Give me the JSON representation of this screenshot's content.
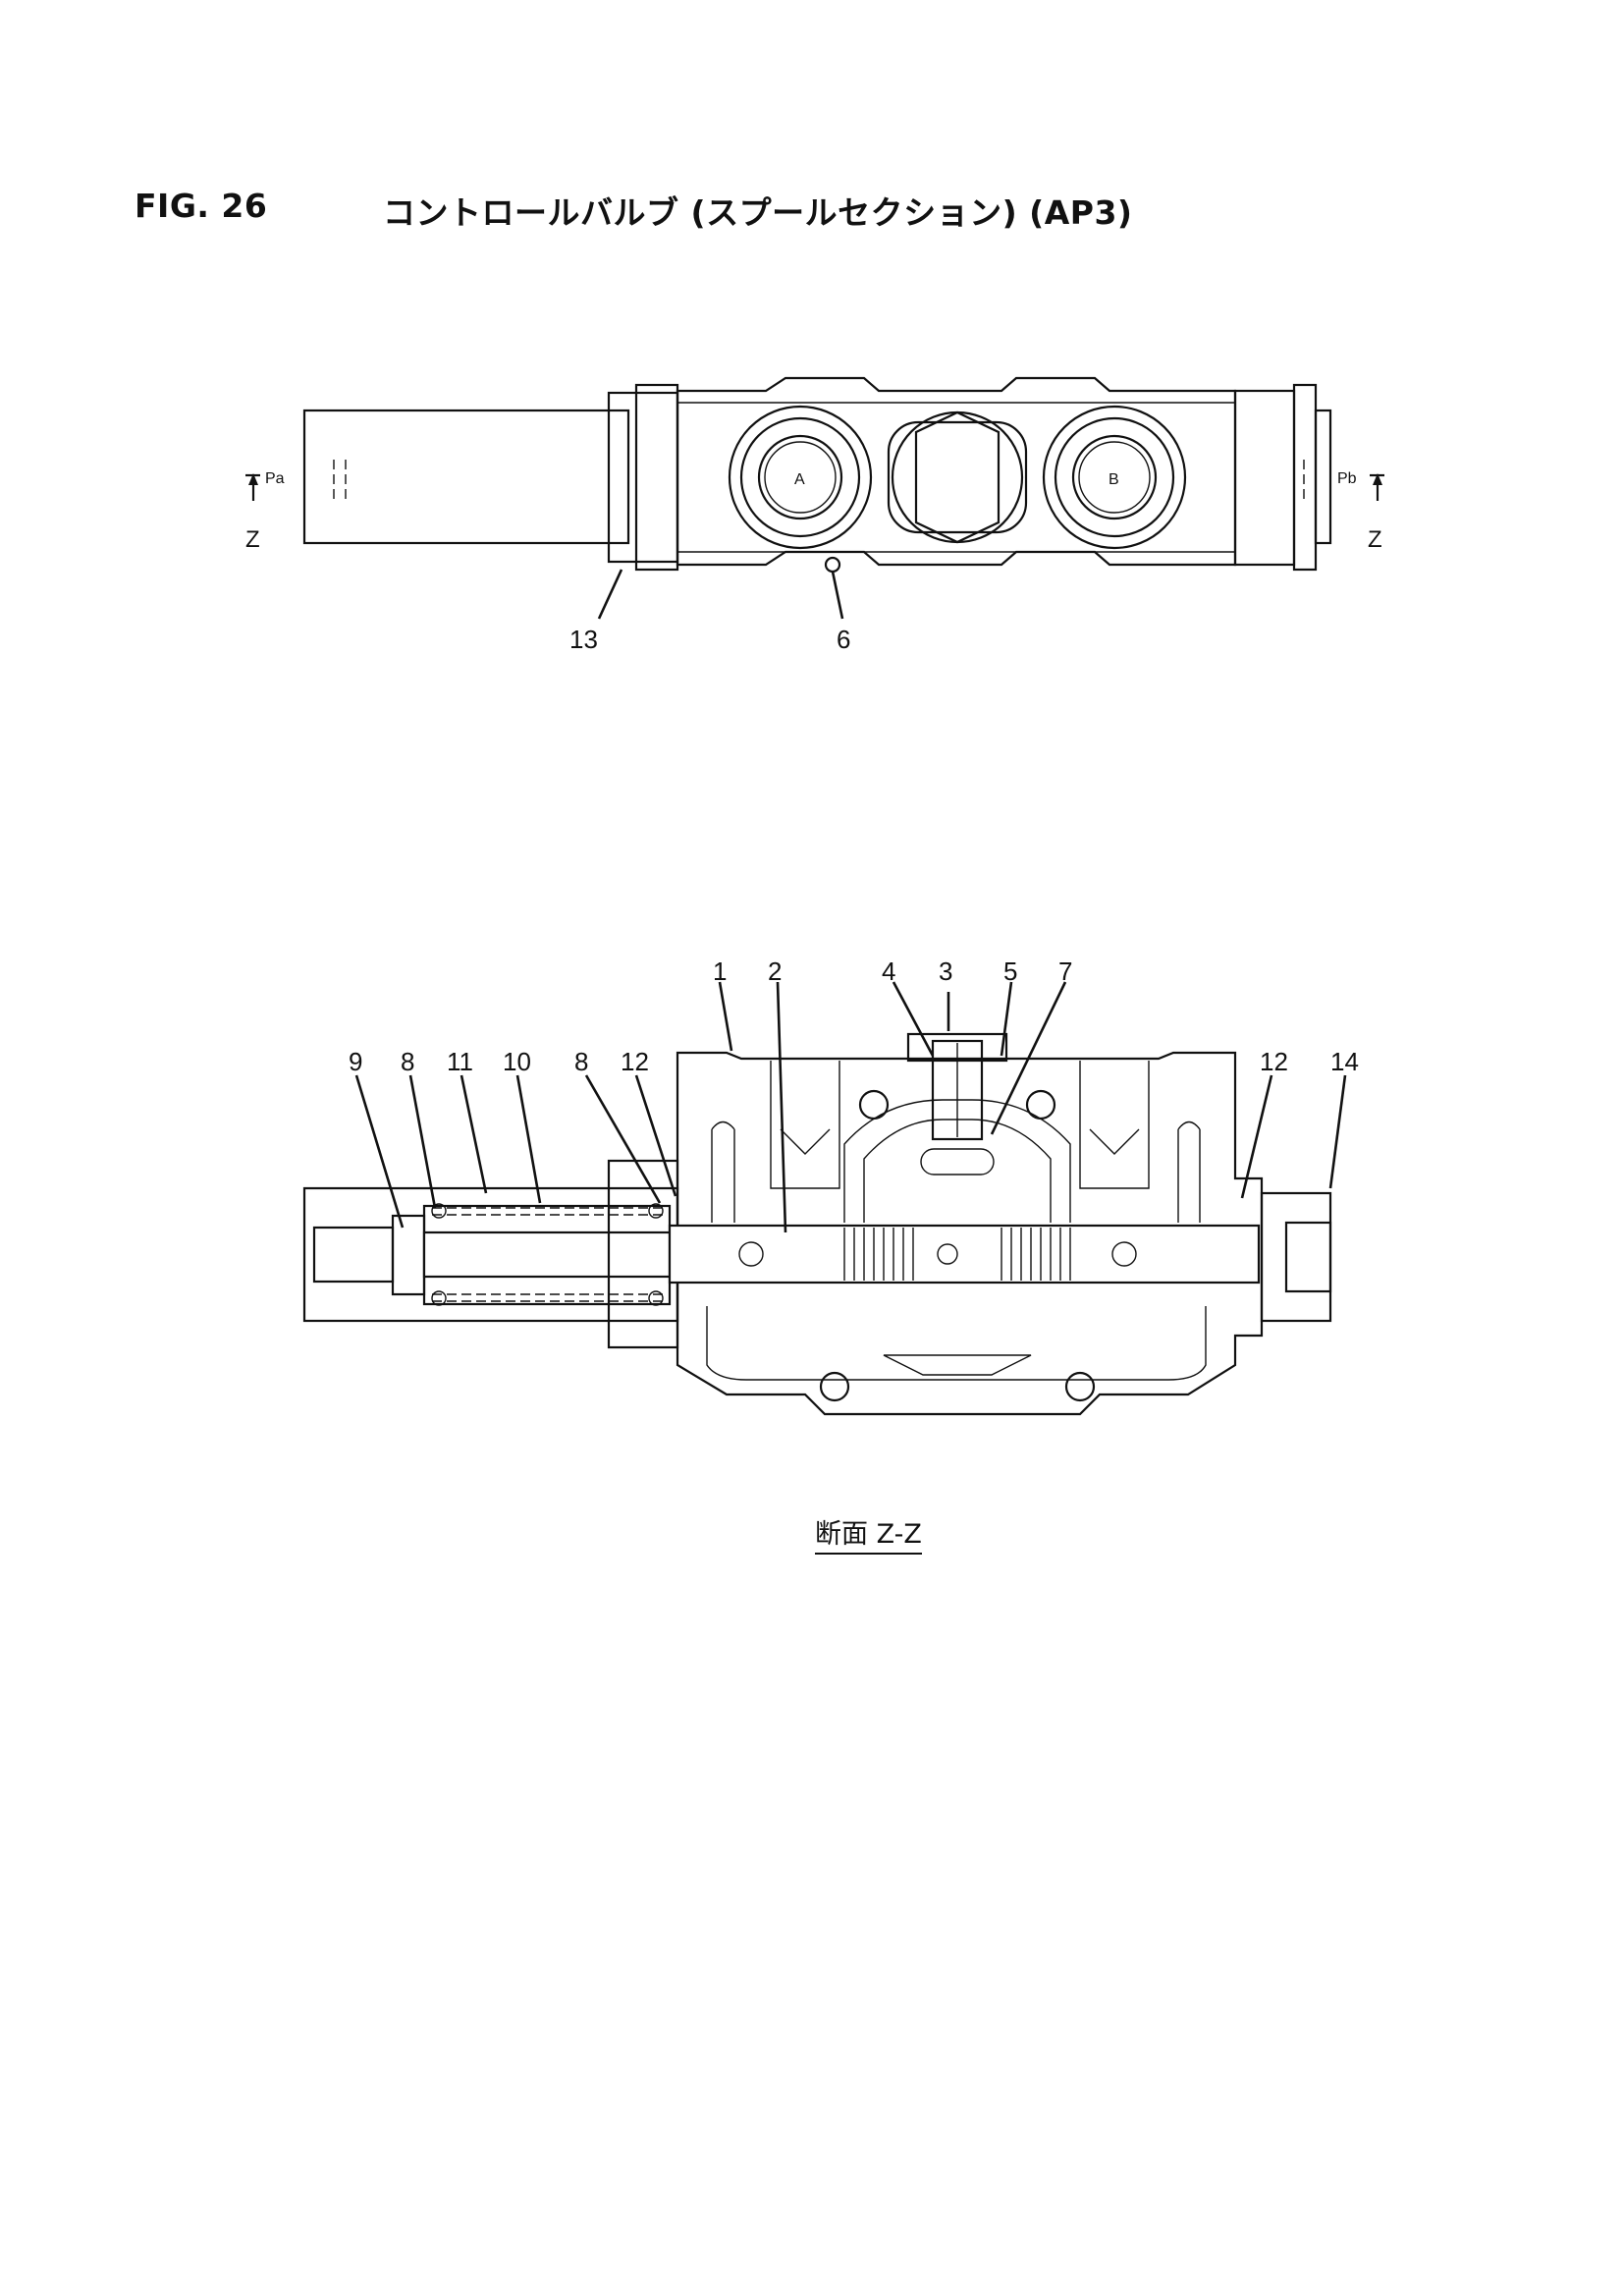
{
  "header": {
    "figure_number": "FIG. 26",
    "title": "コントロールバルブ (スプールセクション) (AP3)"
  },
  "top_view": {
    "port_a": "A",
    "port_b": "B",
    "pilot_a": "Pa",
    "pilot_b": "Pb",
    "section_mark_left": "Z",
    "section_mark_right": "Z",
    "callouts": [
      "13",
      "6"
    ]
  },
  "section_view": {
    "callouts_top": [
      "1",
      "2",
      "4",
      "3",
      "5",
      "7"
    ],
    "callouts_left": [
      "9",
      "8",
      "11",
      "10",
      "8",
      "12"
    ],
    "callouts_right": [
      "12",
      "14"
    ],
    "caption": "断面 Z-Z"
  }
}
